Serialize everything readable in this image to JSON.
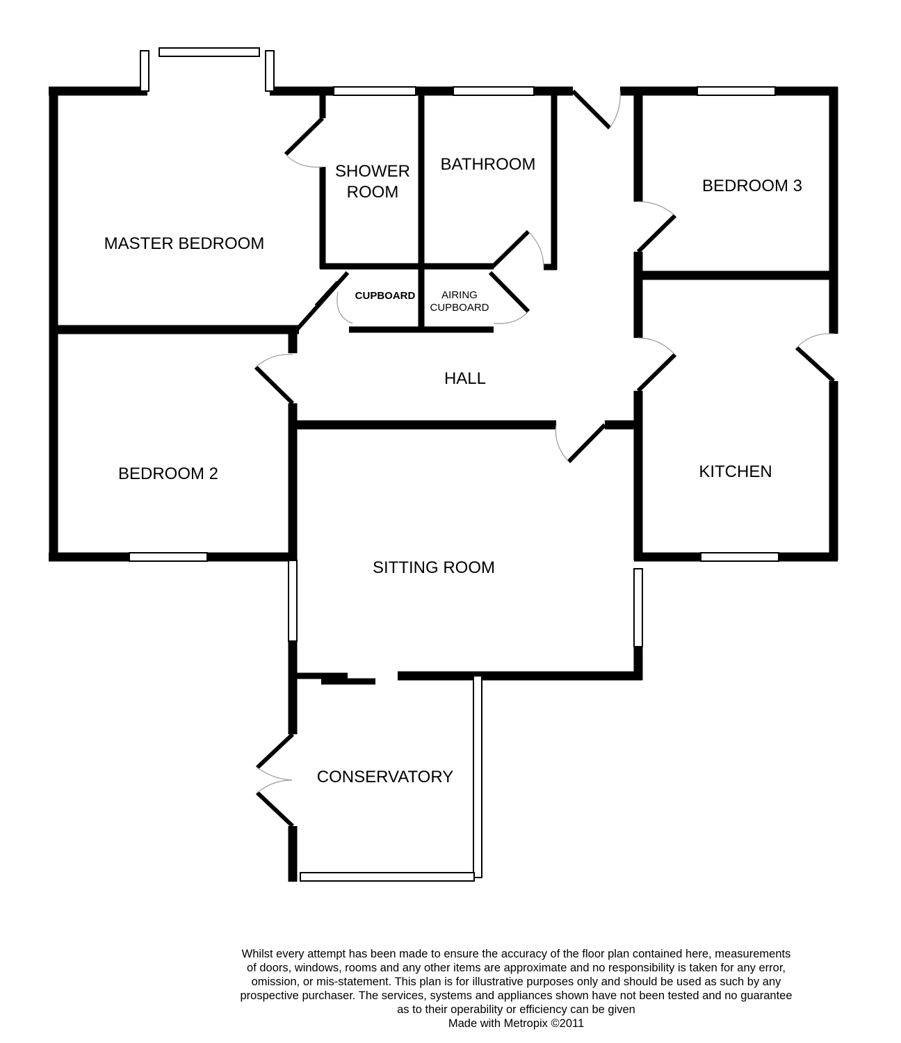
{
  "rooms": {
    "master_bedroom": "MASTER BEDROOM",
    "shower_room_line1": "SHOWER",
    "shower_room_line2": "ROOM",
    "bathroom": "BATHROOM",
    "bedroom3": "BEDROOM 3",
    "cupboard": "CUPBOARD",
    "airing_cupboard_line1": "AIRING",
    "airing_cupboard_line2": "CUPBOARD",
    "hall": "HALL",
    "bedroom2": "BEDROOM 2",
    "kitchen": "KITCHEN",
    "sitting_room": "SITTING ROOM",
    "conservatory": "CONSERVATORY"
  },
  "disclaimer": {
    "lines": [
      "Whilst every attempt has been made to ensure the accuracy of the floor plan contained here, measurements",
      "of doors, windows, rooms and any other items are approximate and no responsibility is taken for any error,",
      "omission, or mis-statement. This plan is for illustrative purposes only and should be used as such by any",
      "prospective purchaser. The services, systems and appliances shown have not been tested and no guarantee",
      "as to their operability or efficiency can be given"
    ],
    "credit": "Made with Metropix ©2011"
  }
}
